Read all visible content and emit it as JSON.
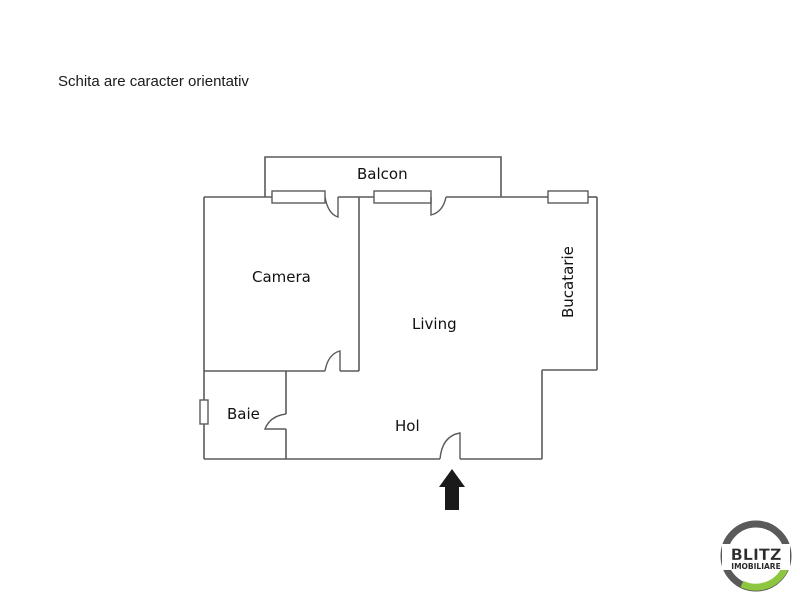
{
  "header": {
    "note": "Schita are caracter orientativ"
  },
  "rooms": {
    "balcon": "Balcon",
    "camera": "Camera",
    "living": "Living",
    "bucatarie": "Bucatarie",
    "baie": "Baie",
    "hol": "Hol"
  },
  "entrance": {
    "icon": "arrow-up-icon",
    "color": "#1a1a1a"
  },
  "logo": {
    "line1": "BLITZ",
    "line2": "IMOBILIARE",
    "ring_color": "#5a5a5a",
    "accent_color": "#8dc63f"
  }
}
